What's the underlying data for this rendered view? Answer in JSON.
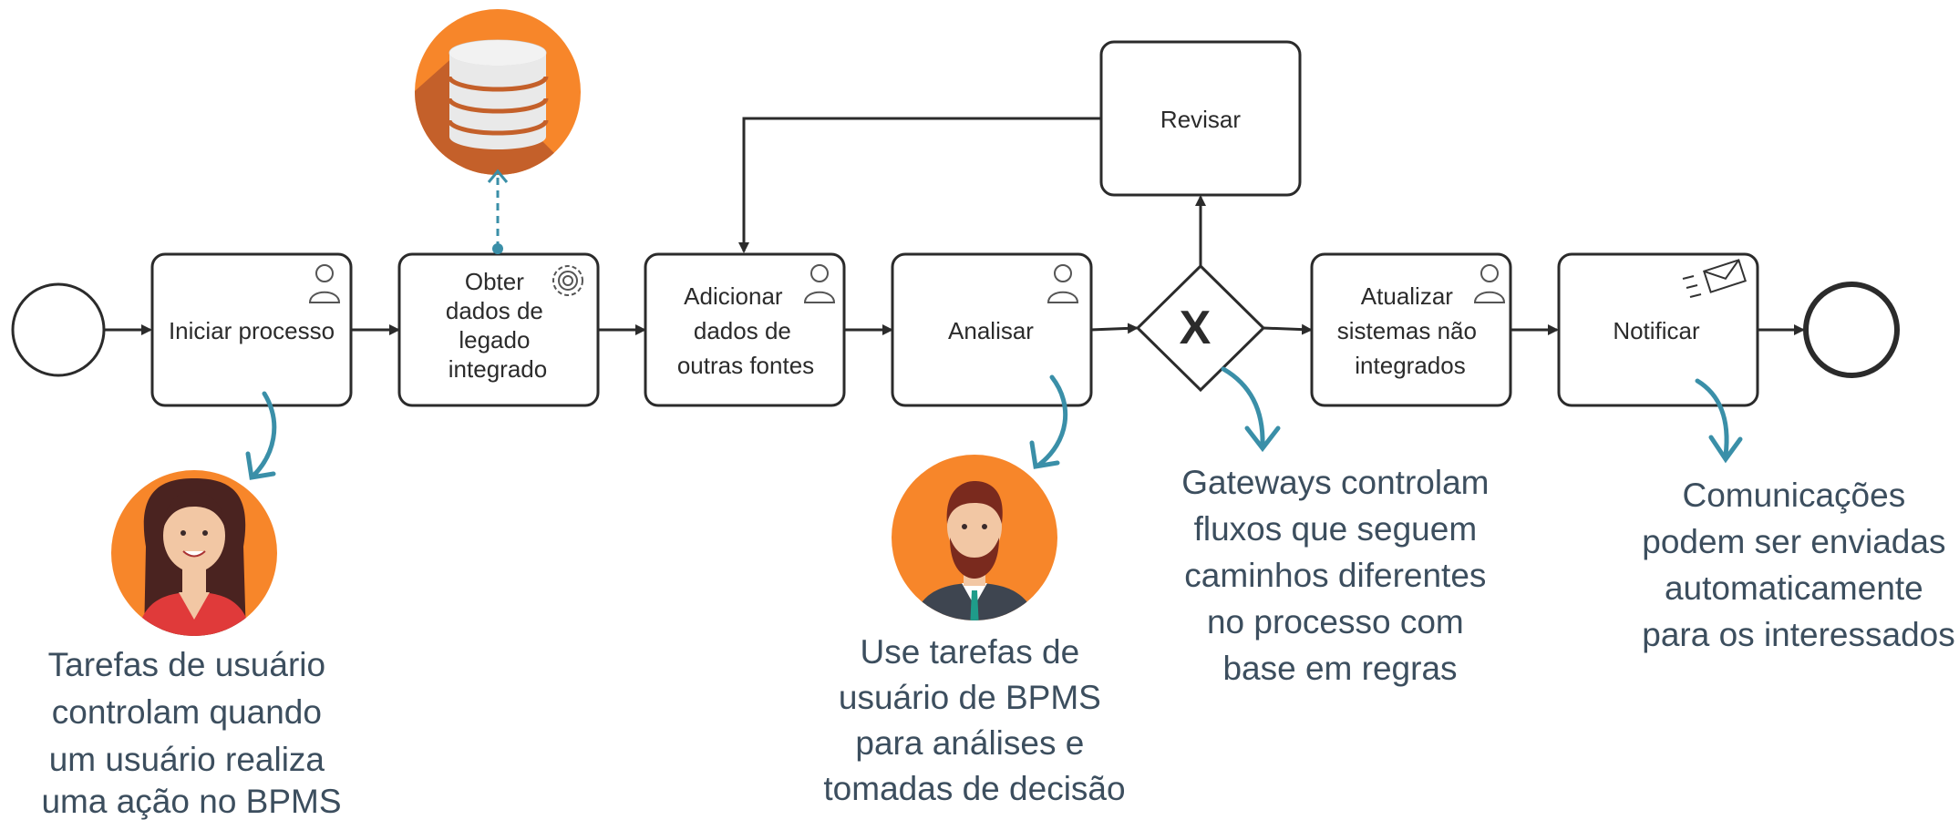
{
  "tasks": {
    "iniciar": [
      "Iniciar processo"
    ],
    "obter": [
      "Obter",
      "dados de",
      "legado",
      "integrado"
    ],
    "adicionar": [
      "Adicionar",
      "dados de",
      "outras fontes"
    ],
    "analisar": [
      "Analisar"
    ],
    "revisar": [
      "Revisar"
    ],
    "atualizar": [
      "Atualizar",
      "sistemas não",
      "integrados"
    ],
    "notificar": [
      "Notificar"
    ]
  },
  "gateway": {
    "symbol": "X"
  },
  "callouts": {
    "user_tasks": [
      "Tarefas de usuário",
      "controlam quando",
      "um usuário realiza",
      "uma ação no BPMS"
    ],
    "analysis": [
      "Use tarefas de",
      "usuário de BPMS",
      "para análises e",
      "tomadas de decisão"
    ],
    "gateways": [
      "Gateways controlam",
      "fluxos que seguem",
      "caminhos diferentes",
      "no processo com",
      "base em regras"
    ],
    "communications": [
      "Comunicações",
      "podem ser enviadas",
      "automaticamente",
      "para os interessados"
    ]
  },
  "colors": {
    "stroke": "#2b2b2b",
    "teal": "#3a8fa8",
    "orange": "#f7862a",
    "text": "#3c4e5e"
  }
}
